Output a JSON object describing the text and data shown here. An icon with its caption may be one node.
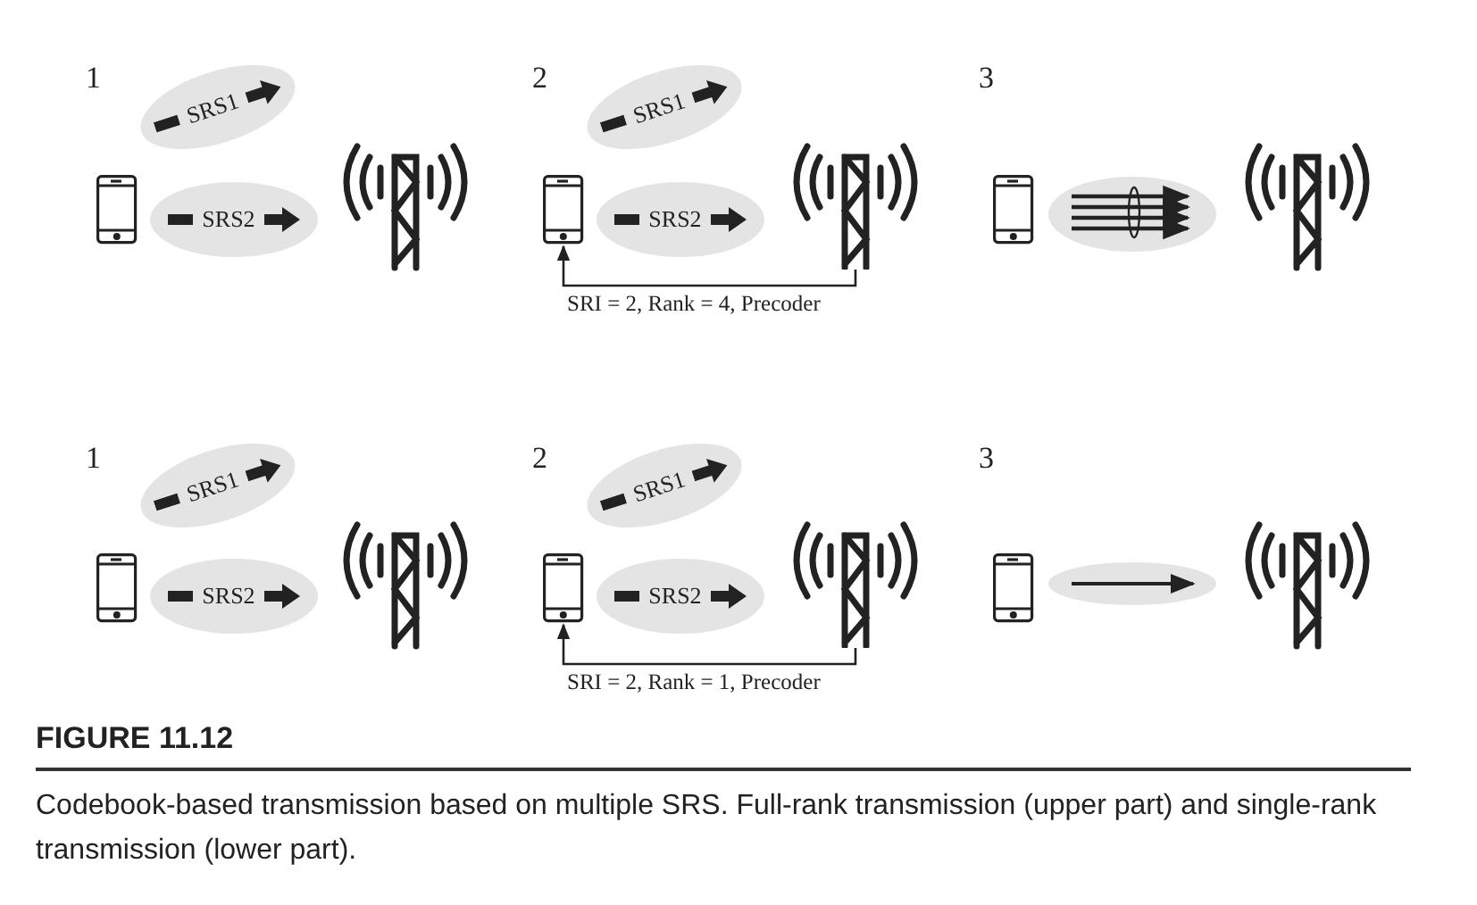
{
  "diagram": {
    "title": "FIGURE 11.12",
    "caption": "Codebook-based transmission based on multiple SRS. Full-rank transmission (upper part) and single-rank transmission (lower part).",
    "nodes": [
      {
        "text": [
          "SRS1"
        ]
      },
      {
        "text": [
          "SRS2"
        ]
      },
      {
        "text": [],
        "shape": "phone"
      },
      {
        "text": [
          "SRS1"
        ]
      },
      {
        "text": [
          "SRS2"
        ]
      },
      {
        "text": [],
        "shape": "tower"
      },
      {
        "text": [
          "SRS1"
        ]
      },
      {
        "text": [
          "SRS2"
        ]
      },
      {
        "text": [],
        "shape": "phone"
      },
      {
        "text": [
          "SRS1"
        ]
      },
      {
        "text": [
          "SRS2"
        ]
      },
      {
        "text": [],
        "shape": "tower"
      }
    ],
    "edges": [
      {
        "from": 5,
        "to": 2,
        "arrow": "to",
        "label": "SRI = 2, Rank = 4, Precoder"
      },
      {
        "from": 11,
        "to": 8,
        "arrow": "to",
        "label": "SRI = 2, Rank = 1, Precoder"
      }
    ],
    "labels": [
      "1",
      "2",
      "3",
      "1",
      "2",
      "3"
    ]
  }
}
